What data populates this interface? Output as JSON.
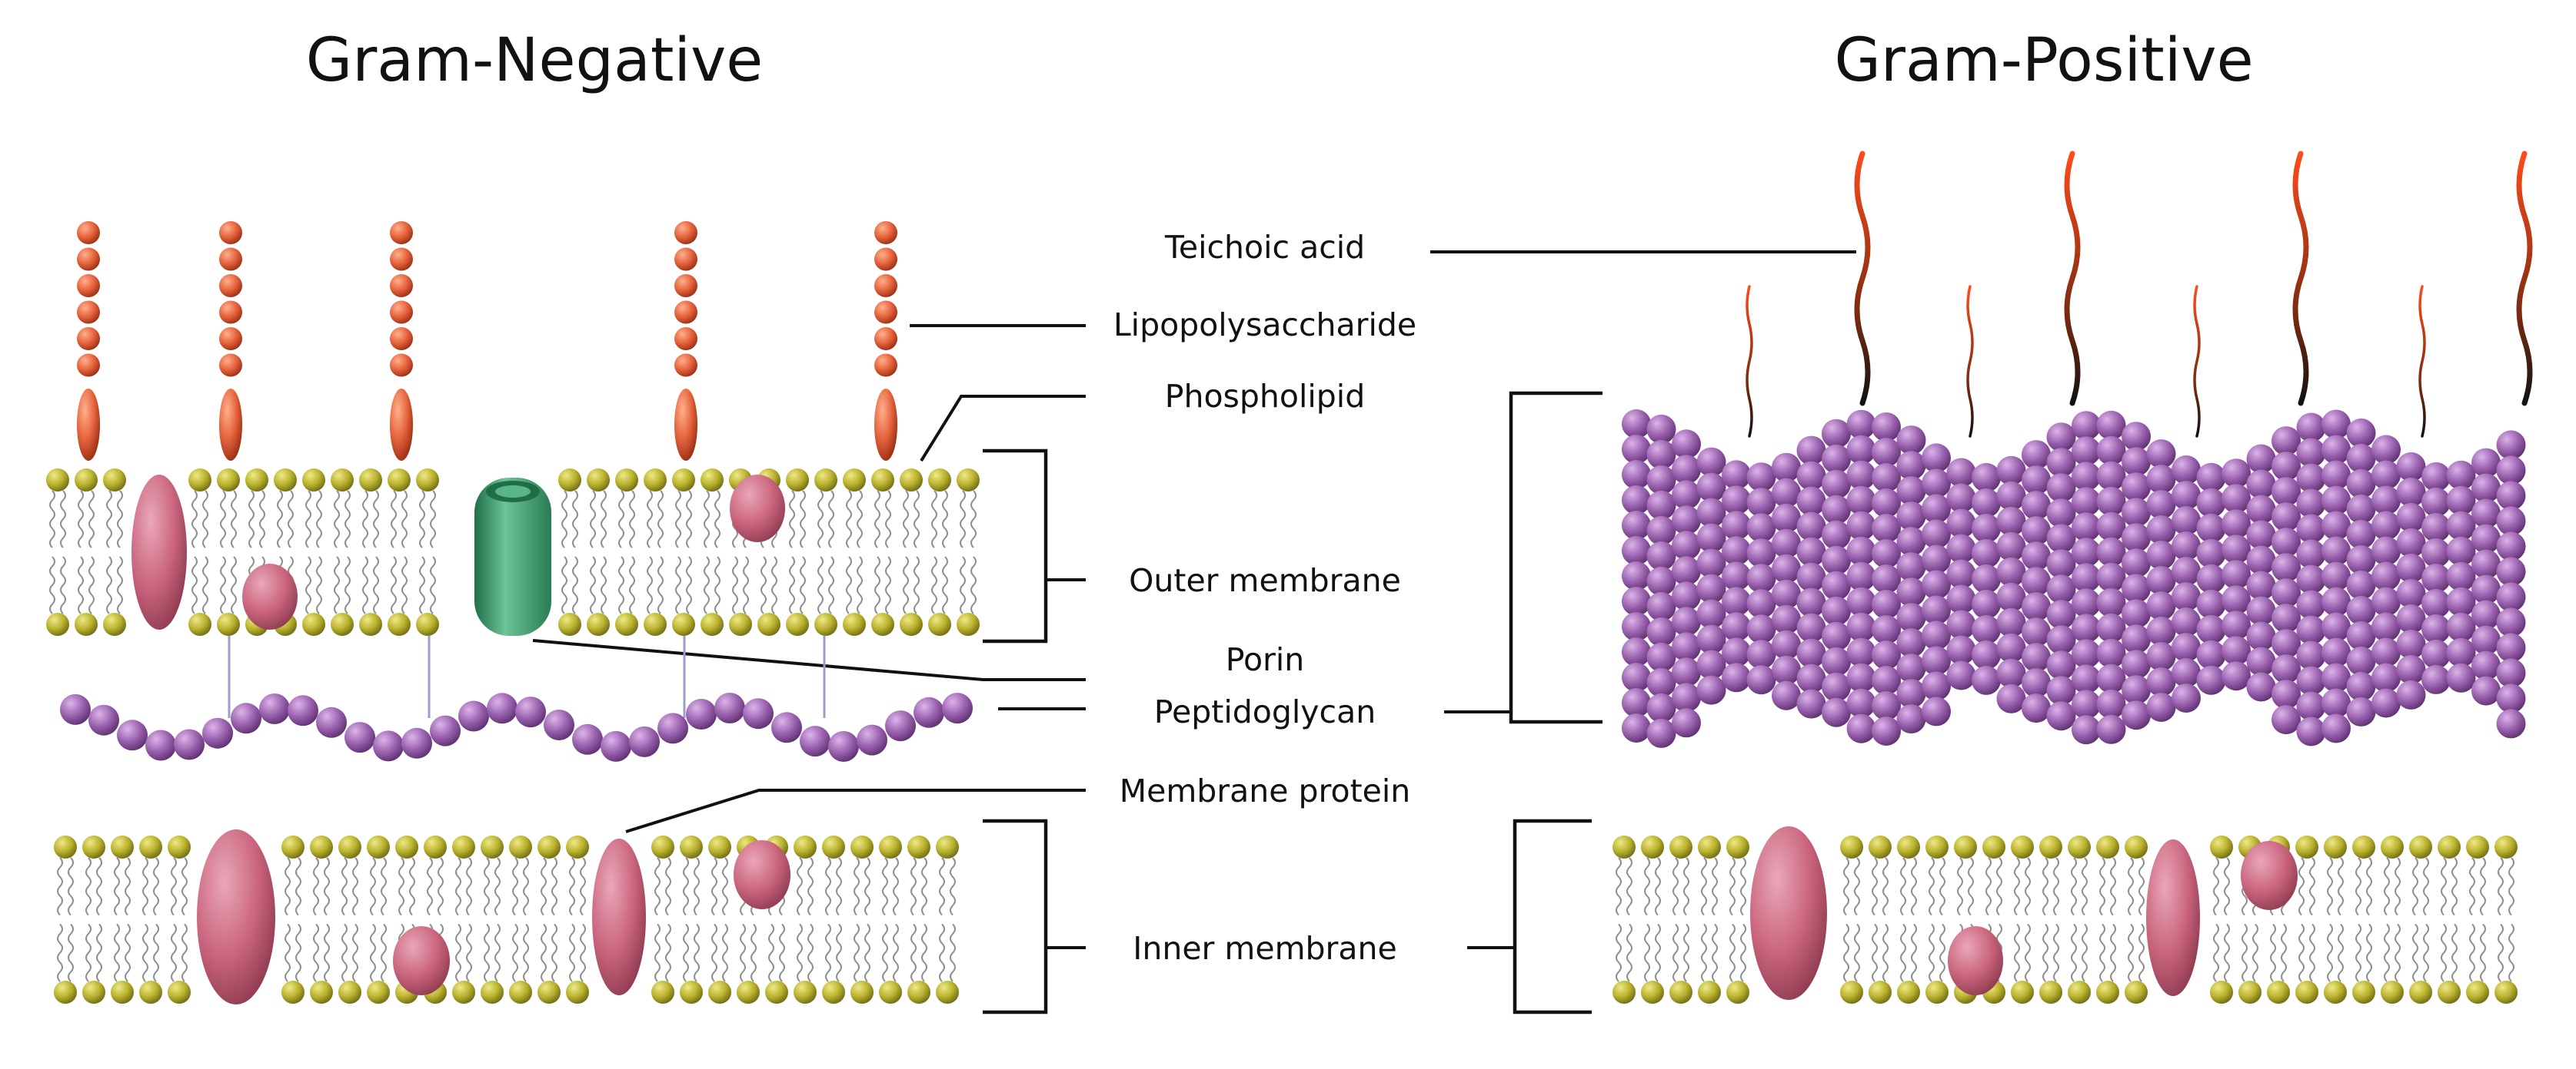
{
  "titles": {
    "gram_negative": "Gram-Negative",
    "gram_positive": "Gram-Positive"
  },
  "labels": {
    "teichoic_acid": "Teichoic acid",
    "lipopolysaccharide": "Lipopolysaccharide",
    "phospholipid": "Phospholipid",
    "outer_membrane": "Outer membrane",
    "porin": "Porin",
    "peptidoglycan": "Peptidoglycan",
    "membrane_protein": "Membrane protein",
    "inner_membrane": "Inner membrane"
  },
  "colors": {
    "lps_bead": "#e5623c",
    "lipid_head": "#b9b22e",
    "lipid_tail": "#8f8f8f",
    "membrane_protein": "#c9647d",
    "porin": "#3e9e70",
    "peptidoglycan": "#9a62ae",
    "teichoic_acid": "#ff4b1a",
    "leader_line": "#111111"
  }
}
